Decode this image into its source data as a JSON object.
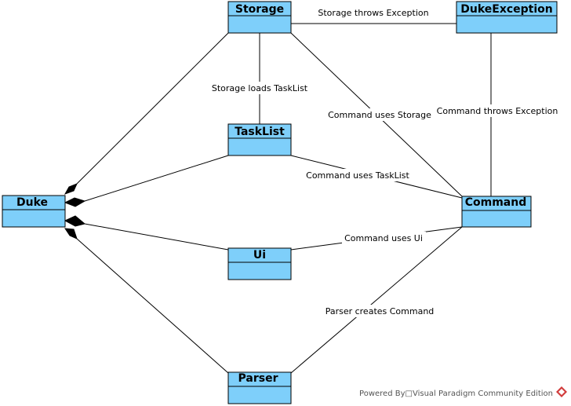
{
  "classes": {
    "storage": "Storage",
    "duke_exception": "DukeException",
    "task_list": "TaskList",
    "duke": "Duke",
    "command": "Command",
    "ui": "Ui",
    "parser": "Parser"
  },
  "associations": {
    "storage_throws_exception": "Storage throws Exception",
    "storage_loads_tasklist": "Storage loads TaskList",
    "command_uses_storage": "Command uses Storage",
    "command_throws_exception": "Command throws Exception",
    "command_uses_tasklist": "Command uses TaskList",
    "command_uses_ui": "Command uses Ui",
    "parser_creates_command": "Parser creates Command"
  },
  "watermark": "Powered By□Visual Paradigm Community Edition",
  "colors": {
    "class_fill": "#7ecffa",
    "stroke": "#000000",
    "brand": "#d13b3b"
  },
  "icons": {
    "brand": "visual-paradigm-logo-icon",
    "composition": "filled-diamond-icon"
  }
}
